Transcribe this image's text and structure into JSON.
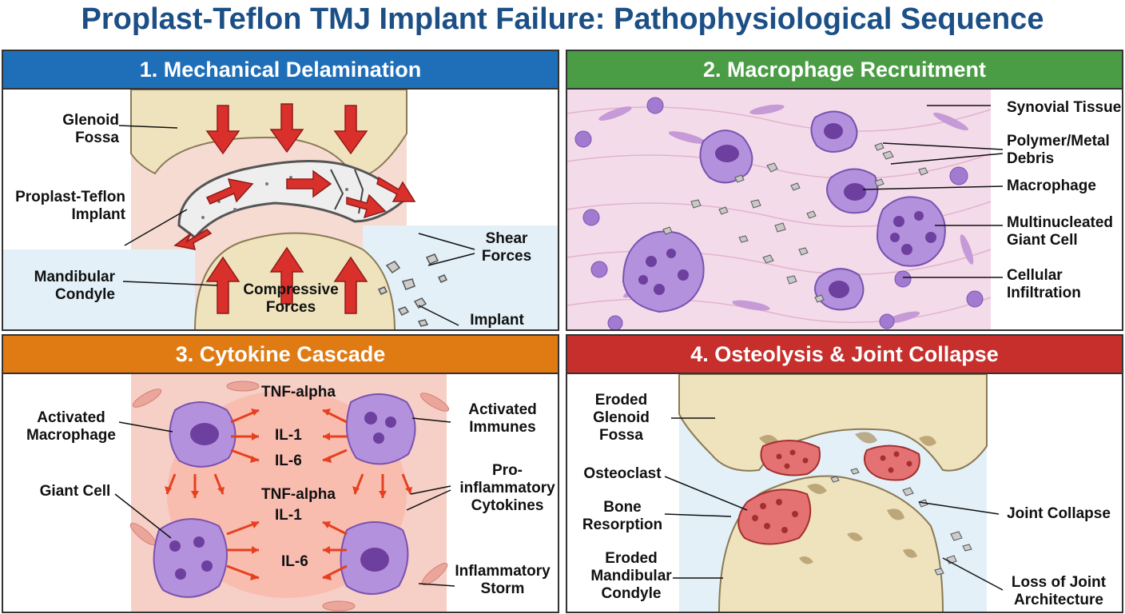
{
  "title": "Proplast-Teflon TMJ Implant Failure: Pathophysiological Sequence",
  "colors": {
    "title": "#1b4f86",
    "p1": "#1f6fb8",
    "p2": "#4a9c45",
    "p3": "#e07b14",
    "p4": "#c62f2c"
  },
  "panels": [
    {
      "title": "1. Mechanical Delamination",
      "labels": {
        "glenoid": "Glenoid Fossa",
        "implant": "Proplast-Teflon Implant",
        "condyle": "Mandibular Condyle",
        "compressive": "Compressive Forces",
        "shear": "Shear Forces",
        "fragmentation": "Implant Fragmentation"
      }
    },
    {
      "title": "2. Macrophage Recruitment",
      "labels": {
        "synovial": "Synovial Tissue",
        "debris": "Polymer/Metal Debris",
        "macrophage": "Macrophage",
        "giant": "Multinucleated Giant Cell",
        "infiltration": "Cellular Infiltration"
      }
    },
    {
      "title": "3. Cytokine Cascade",
      "labels": {
        "activated_macrophage": "Activated Macrophage",
        "giant": "Giant Cell",
        "activated_immunes": "Activated Immunes",
        "proinflammatory": "Pro-inflammatory Cytokines",
        "storm": "Inflammatory Storm"
      },
      "cytokines": [
        "TNF-alpha",
        "IL-1",
        "IL-6",
        "TNF-alpha",
        "IL-1",
        "IL-6"
      ]
    },
    {
      "title": "4. Osteolysis & Joint Collapse",
      "labels": {
        "glenoid": "Eroded Glenoid Fossa",
        "osteoclast": "Osteoclast",
        "resorption": "Bone Resorption",
        "condyle": "Eroded Mandibular Condyle",
        "collapse": "Joint Collapse",
        "architecture": "Loss of Joint Architecture"
      }
    }
  ]
}
